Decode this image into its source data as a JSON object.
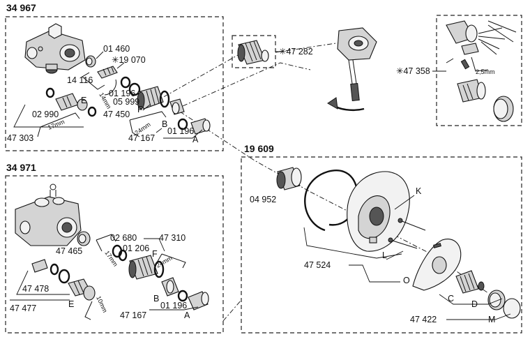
{
  "sections": {
    "upper_left": "34 967",
    "lower_left": "34 971",
    "right": "19 609"
  },
  "parts_upper": {
    "p01460": "01 460",
    "p19070": "✳19 070",
    "p14116": "14 116",
    "p14mm": "14mm",
    "p01196a": "01 196",
    "p05999": "05 999",
    "p02990": "02 990",
    "pE": "E",
    "p17mm": "17mm",
    "p47450": "47 450",
    "pF": "F",
    "p24mm": "24mm",
    "pB": "B",
    "p01196b": "01 196",
    "p47303": "47 303",
    "p47167": "47 167",
    "pA": "A"
  },
  "parts_top_center": {
    "p47282": "✳47 282"
  },
  "parts_top_right": {
    "p47358": "✳47 358",
    "p25mm": "2,5mm"
  },
  "parts_lower": {
    "p02680": "02 680",
    "p47310": "47 310",
    "p17mm": "17mm",
    "p01206": "01 206",
    "pF": "F",
    "p24mm": "24mm",
    "p47465": "47 465",
    "p47478": "47 478",
    "p10mm": "10mm",
    "p47477": "47 477",
    "pE": "E",
    "pB": "B",
    "p01196": "01 196",
    "p47167": "47 167",
    "pA": "A"
  },
  "parts_right": {
    "p04952": "04 952",
    "pK": "K",
    "pL": "L",
    "p47524": "47 524",
    "pO": "O",
    "pC": "C",
    "pD": "D",
    "p47422": "47 422",
    "pM": "M"
  }
}
